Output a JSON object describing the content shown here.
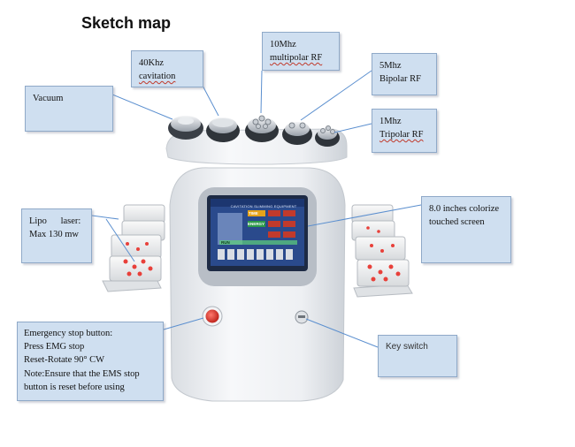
{
  "title": "Sketch map",
  "callouts": {
    "vacuum": "Vacuum",
    "cavitation": [
      "40Khz",
      "cavitation"
    ],
    "multipolar": [
      "10Mhz",
      "multipolar RF"
    ],
    "bipolar": [
      "5Mhz",
      "Bipolar RF"
    ],
    "tripolar": [
      "1Mhz",
      "Tripolar RF"
    ],
    "screen": [
      "8.0 inches colorize",
      "touched screen"
    ],
    "lipo": [
      "Lipo      laser:",
      "Max 130 mw"
    ],
    "emergency": [
      "Emergency stop button:",
      "Press EMG stop",
      "Reset-Rotate 90° CW",
      "Note:Ensure that the EMS stop",
      "button is reset before using"
    ],
    "key_switch": "Key switch"
  },
  "screen_ui": {
    "header": "CAVITATION SLIMMING EQUIPMENT",
    "time_label": "TIME",
    "energy_label": "ENERGY",
    "mode_label": "RUN"
  },
  "colors": {
    "callout_fill": "#cfdff0",
    "callout_border": "#8fa9c8",
    "leader_line": "#5b8fcf",
    "machine_body": "#eef0f3",
    "screen_bg": "#2a4a8c",
    "emergency_red": "#d9342b",
    "laser_red": "#e8403a"
  }
}
